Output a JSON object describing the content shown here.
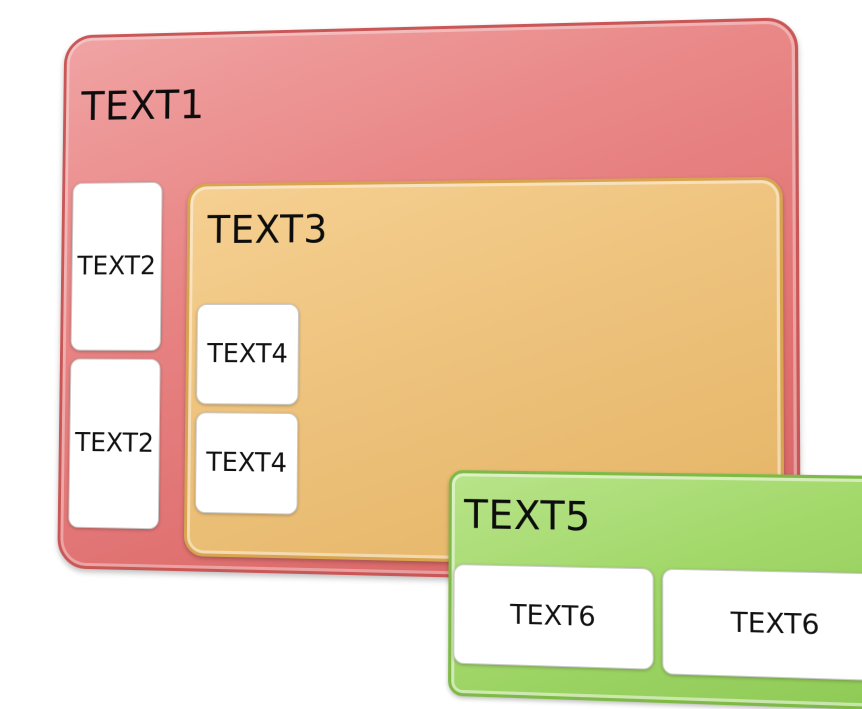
{
  "diagram": {
    "outer": {
      "label": "TEXT1",
      "children": [
        "TEXT2",
        "TEXT2"
      ]
    },
    "middle": {
      "label": "TEXT3",
      "children": [
        "TEXT4",
        "TEXT4"
      ]
    },
    "inner": {
      "label": "TEXT5",
      "children": [
        "TEXT6",
        "TEXT6"
      ]
    }
  },
  "colors": {
    "outer_fill": "#e98686",
    "middle_fill": "#edc27c",
    "inner_fill": "#a2d86a",
    "box_fill": "#ffffff"
  }
}
